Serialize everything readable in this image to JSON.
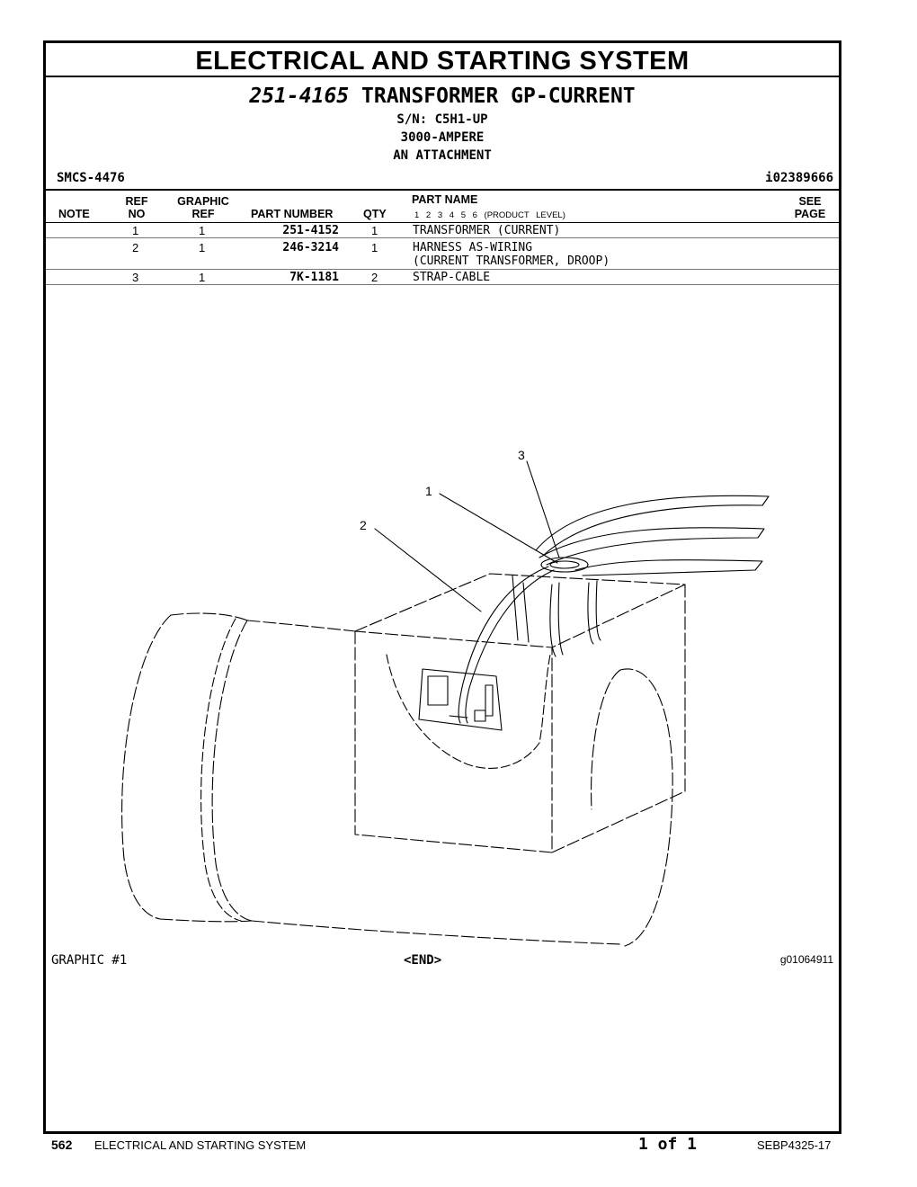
{
  "section_title": "ELECTRICAL AND STARTING SYSTEM",
  "group": {
    "number": "251-4165",
    "name": "TRANSFORMER GP-CURRENT",
    "serial": "S/N: C5H1-UP",
    "rating": "3000-AMPERE",
    "attachment": "AN ATTACHMENT"
  },
  "smcs": "SMCS-4476",
  "illustration_id": "i02389666",
  "columns": {
    "note": "NOTE",
    "ref_top": "REF",
    "ref_bottom": "NO",
    "graphic_top": "GRAPHIC",
    "graphic_bottom": "REF",
    "part_number": "PART NUMBER",
    "qty": "QTY",
    "part_name": "PART NAME",
    "product_level": "1 2 3 4 5 6 (PRODUCT LEVEL)",
    "see_top": "SEE",
    "see_bottom": "PAGE"
  },
  "parts": [
    {
      "ref": "1",
      "graphic": "1",
      "part_number": "251-4152",
      "qty": "1",
      "name": "TRANSFORMER (CURRENT)",
      "name2": ""
    },
    {
      "ref": "2",
      "graphic": "1",
      "part_number": "246-3214",
      "qty": "1",
      "name": "HARNESS AS-WIRING",
      "name2": "(CURRENT TRANSFORMER, DROOP)"
    },
    {
      "ref": "3",
      "graphic": "1",
      "part_number": "7K-1181",
      "qty": "2",
      "name": "STRAP-CABLE",
      "name2": ""
    }
  ],
  "callouts": {
    "c1": "1",
    "c2": "2",
    "c3": "3"
  },
  "graphic_label": "GRAPHIC #1",
  "end_marker": "<END>",
  "graphic_id": "g01064911",
  "footer": {
    "page_number": "562",
    "section": "ELECTRICAL AND STARTING SYSTEM",
    "page_of": "1 of 1",
    "doc_id": "SEBP4325-17"
  }
}
